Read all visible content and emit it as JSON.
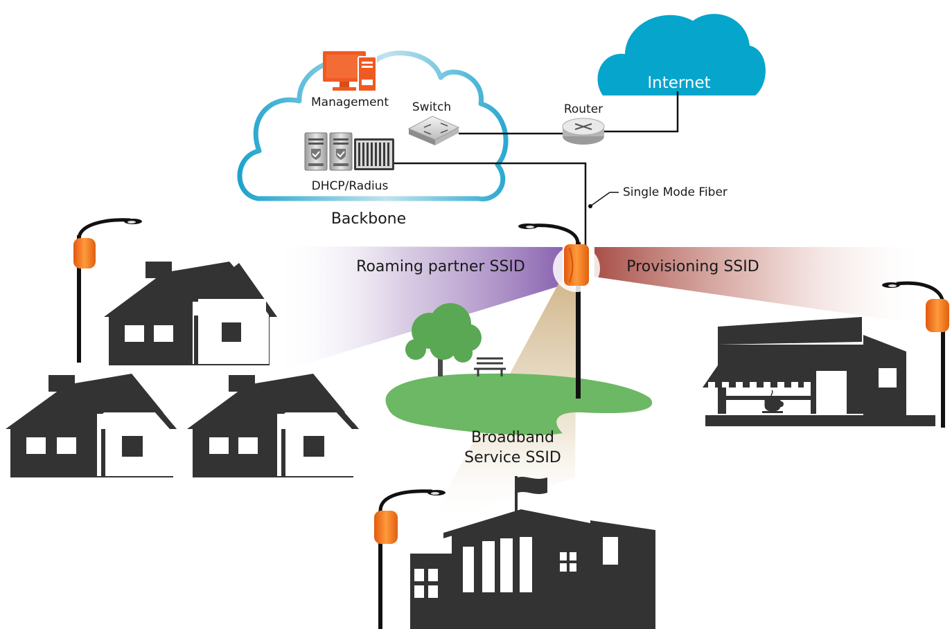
{
  "labels": {
    "internet": "Internet",
    "router": "Router",
    "switch": "Switch",
    "management": "Management",
    "dhcp_radius": "DHCP/Radius",
    "backbone": "Backbone",
    "fiber": "Single Mode Fiber",
    "roaming_ssid": "Roaming partner SSID",
    "provisioning_ssid": "Provisioning SSID",
    "broadband_ssid_line1": "Broadband",
    "broadband_ssid_line2": "Service SSID"
  },
  "colors": {
    "internet_cloud": "#06a5cc",
    "backbone_outline": "#29a8cf",
    "access_point": "#f27a1a",
    "management_pc": "#f05a22",
    "buildings": "#333333",
    "park_grass": "#6cb864",
    "tree": "#5aa854",
    "roaming_beam": "#8e6ab3",
    "provisioning_beam": "#b2605a",
    "broadband_beam": "#d7c39f"
  },
  "icons": {
    "internet": "cloud-icon",
    "router": "router-icon",
    "switch": "network-switch-icon",
    "management": "desktop-computer-icon",
    "servers": "server-rack-icon",
    "access_point": "wireless-access-point-icon"
  }
}
